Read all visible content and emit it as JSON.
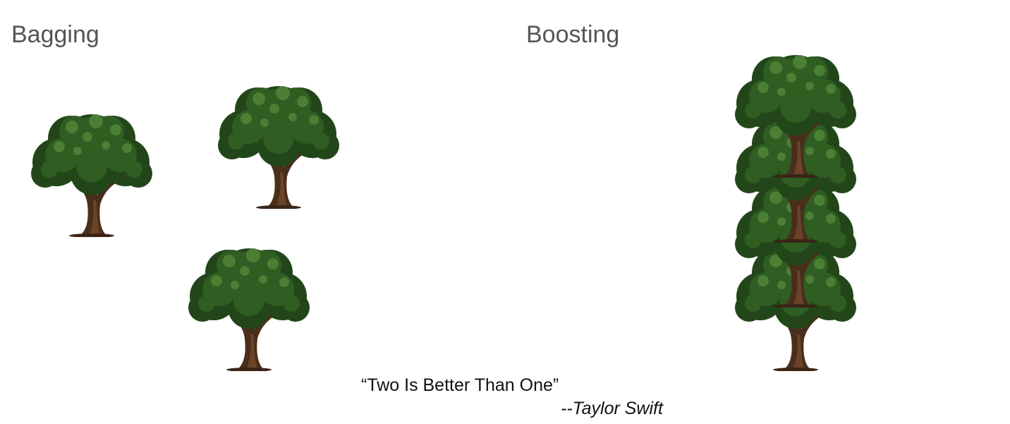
{
  "headings": {
    "bagging": "Bagging",
    "boosting": "Boosting"
  },
  "quote": {
    "text": "“Two Is Better Than One”",
    "attribution": "--Taylor Swift"
  },
  "colors": {
    "foliage_dark": "#22461a",
    "foliage_mid": "#2f5d22",
    "foliage_light": "#4a7f34",
    "trunk": "#4a2e1c",
    "trunk_light": "#6b4328",
    "heading_text": "#555555"
  },
  "icons": {
    "tree": "oak-tree-icon"
  }
}
